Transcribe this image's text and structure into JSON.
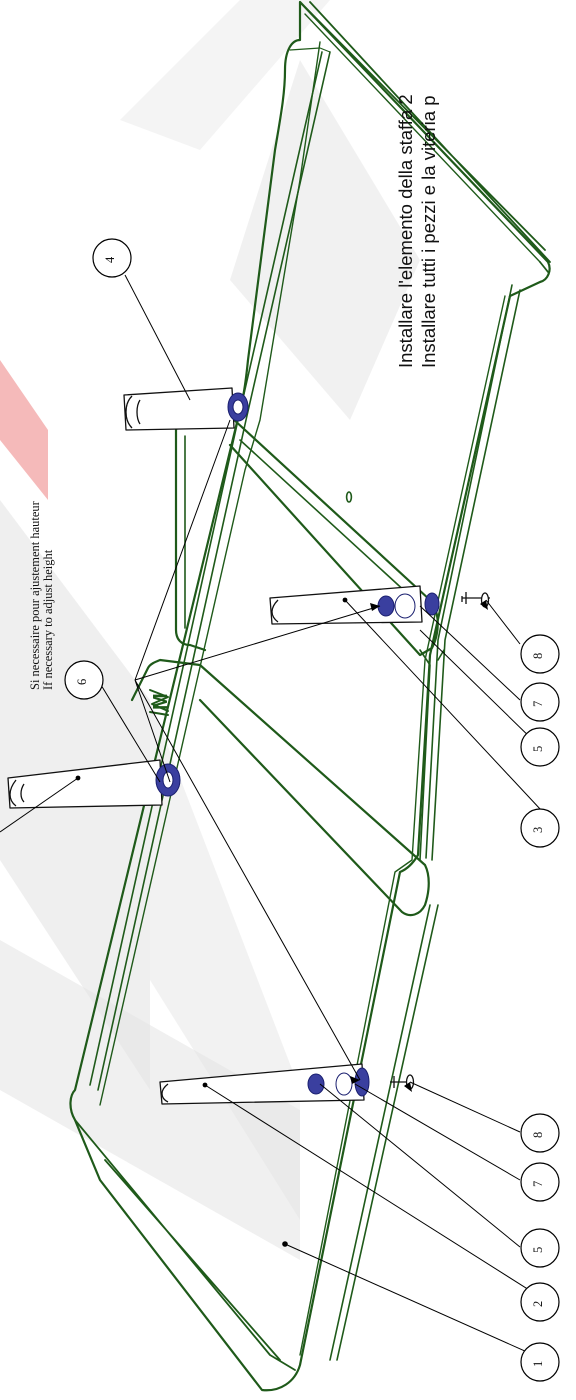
{
  "notes": {
    "line1": "Installare l'elemento della staffa 2",
    "line2": "Installare tutti i pezzi e la viteria p",
    "adjust_fr": "Si necessaire pour ajustement hauteur",
    "adjust_en": "If necessary to adjust height"
  },
  "logo_text": "M",
  "balloons": {
    "b4": "4",
    "b6": "6",
    "b8a": "8",
    "b7a": "7",
    "b5a": "5",
    "b3": "3",
    "b8b": "8",
    "b7b": "7",
    "b5b": "5",
    "b2": "2",
    "b1": "1"
  },
  "colors": {
    "part_outline": "#1f5a1a",
    "hardware": "#2a2f8f",
    "leader": "#000000",
    "watermark_gray": "#cfcfcf",
    "watermark_red": "#e23a3a"
  }
}
